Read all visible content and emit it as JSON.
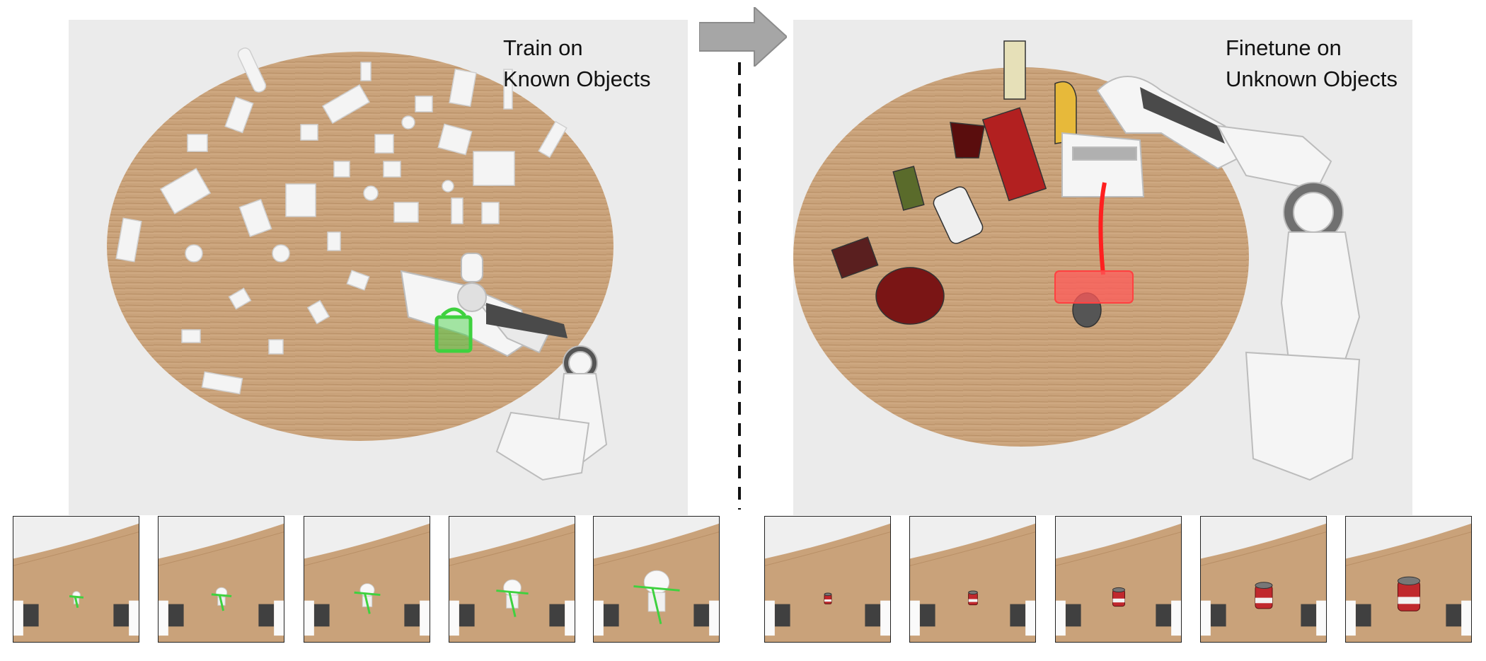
{
  "left_panel": {
    "label": "Train on\nKnown Objects"
  },
  "right_panel": {
    "label": "Finetune on\nUnknown Objects"
  },
  "colors": {
    "panel_bg": "#ebebeb",
    "table": "#c9a27a",
    "arrow": "#a6a6a6",
    "grasp_green": "#3fd13f",
    "grasp_red": "#ff2020",
    "robot": "#f2f2f2"
  },
  "thumbnails_left": [
    {
      "scale": 0.35
    },
    {
      "scale": 0.5
    },
    {
      "scale": 0.65
    },
    {
      "scale": 0.8
    },
    {
      "scale": 1.15
    }
  ],
  "thumbnails_right": [
    {
      "scale": 0.35
    },
    {
      "scale": 0.45
    },
    {
      "scale": 0.6
    },
    {
      "scale": 0.85
    },
    {
      "scale": 1.1
    }
  ]
}
